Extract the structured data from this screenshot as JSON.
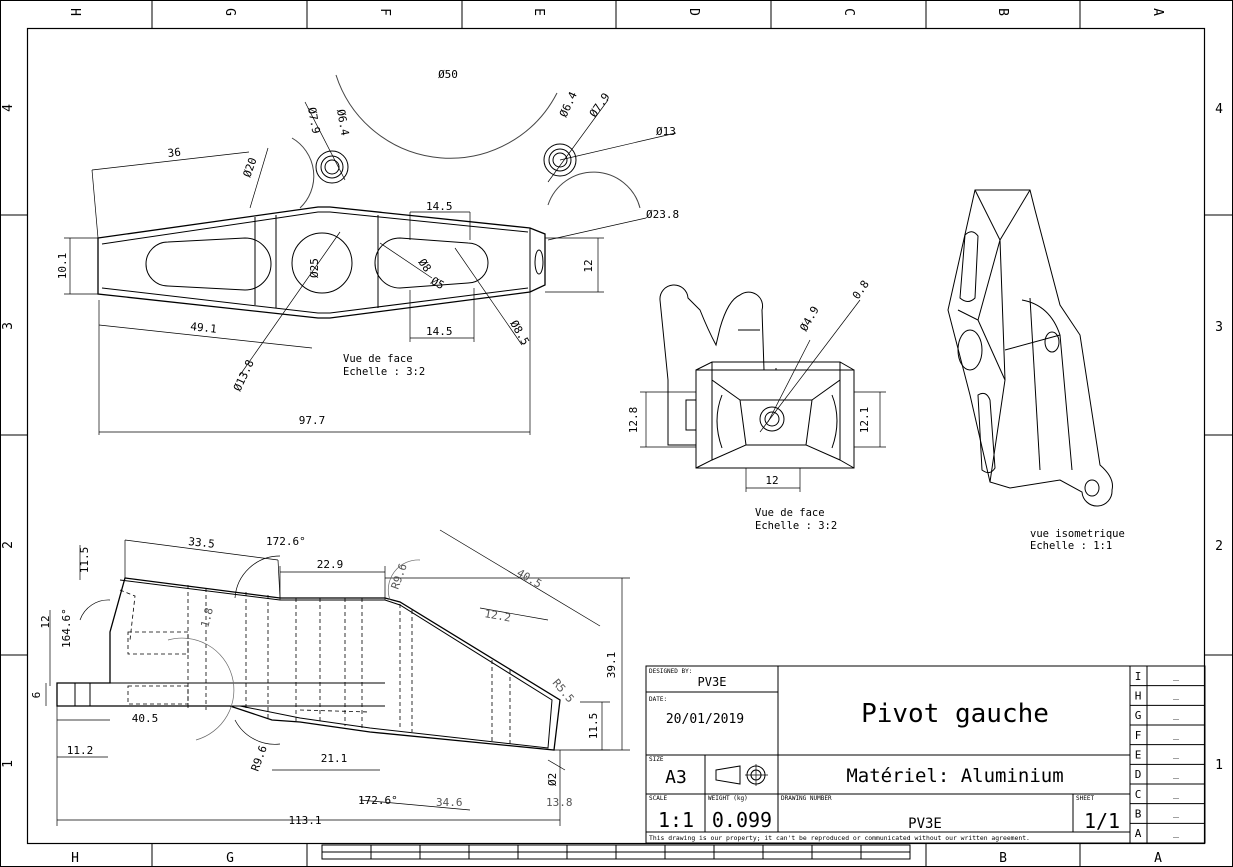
{
  "border": {
    "top_columns": [
      "H",
      "G",
      "F",
      "E",
      "D",
      "C",
      "B",
      "A"
    ],
    "bottom_columns": [
      "H",
      "G",
      "B",
      "A"
    ],
    "rows_left": [
      "4",
      "3",
      "2",
      "1"
    ],
    "rows_right": [
      "4",
      "3",
      "2",
      "1"
    ]
  },
  "front_view": {
    "dims": [
      "Ø50",
      "Ø7.9",
      "Ø6.4",
      "Ø6.4",
      "Ø7.9",
      "Ø13",
      "36",
      "Ø20",
      "14.5",
      "Ø23.8",
      "10.1",
      "Ø25",
      "Ø8",
      "Ø5",
      "12",
      "49.1",
      "14.5",
      "Ø8.5",
      "Ø13.8",
      "97.7"
    ],
    "caption_line1": "Vue de face",
    "caption_line2": "Echelle :  3:2"
  },
  "side_view": {
    "dims": [
      "0.8",
      "Ø4.9",
      "12.8",
      "12.1",
      "12"
    ],
    "caption_line1": "Vue de face",
    "caption_line2": "Echelle :  3:2"
  },
  "iso_view": {
    "caption_line1": "vue isometrique",
    "caption_line2": "Echelle :  1:1"
  },
  "bottom_view": {
    "dims": [
      "11.5",
      "33.5",
      "172.6°",
      "22.9",
      "R9.6",
      "40.5",
      "164.6°",
      "12",
      "1.8",
      "12.2",
      "39.1",
      "6",
      "40.5",
      "R5.5",
      "11.5",
      "11.2",
      "21.1",
      "R9.6",
      "172.6°",
      "34.6",
      "Ø2",
      "13.8",
      "113.1"
    ]
  },
  "title_block": {
    "designed_by_label": "DESIGNED BY:",
    "designer": "PV3E",
    "date_label": "DATE:",
    "date": "20/01/2019",
    "title": "Pivot gauche",
    "size_label": "SIZE",
    "size": "A3",
    "material": "Matériel: Aluminium",
    "scale_label": "SCALE",
    "scale": "1:1",
    "weight_label": "WEIGHT (kg)",
    "weight": "0.099",
    "drawing_number_label": "DRAWING NUMBER",
    "drawing_number": "PV3E",
    "sheet_label": "SHEET",
    "sheet": "1/1",
    "disclaimer": "This drawing is our property; it can't be reproduced or communicated without our written agreement.",
    "revisions": [
      {
        "letter": "I",
        "value": "_"
      },
      {
        "letter": "H",
        "value": "_"
      },
      {
        "letter": "G",
        "value": "_"
      },
      {
        "letter": "F",
        "value": "_"
      },
      {
        "letter": "E",
        "value": "_"
      },
      {
        "letter": "D",
        "value": "_"
      },
      {
        "letter": "C",
        "value": "_"
      },
      {
        "letter": "B",
        "value": "_"
      },
      {
        "letter": "A",
        "value": "_"
      }
    ]
  }
}
